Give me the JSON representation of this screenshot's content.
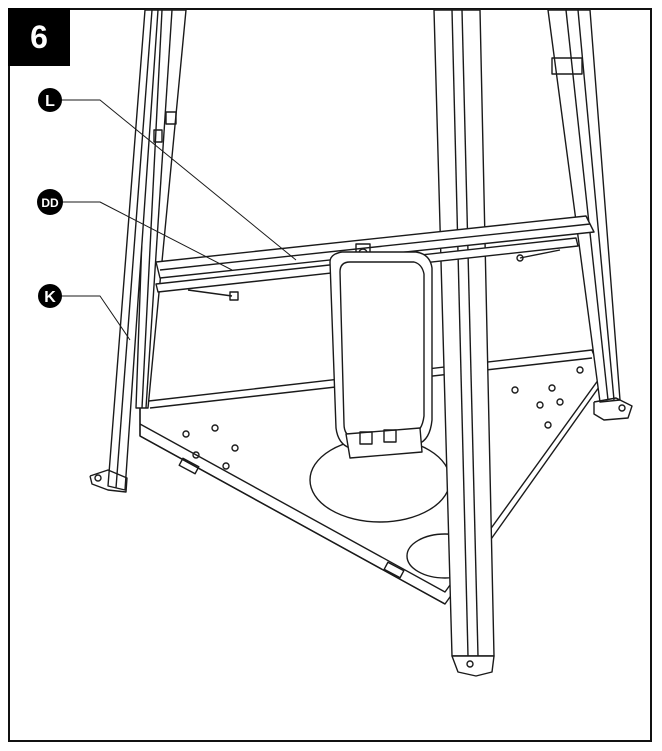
{
  "step": {
    "number": "6"
  },
  "callouts": {
    "L": "L",
    "DD": "DD",
    "K": "K"
  },
  "colors": {
    "line": "#1a1a1a",
    "badge": "#000000",
    "paper": "#ffffff"
  }
}
